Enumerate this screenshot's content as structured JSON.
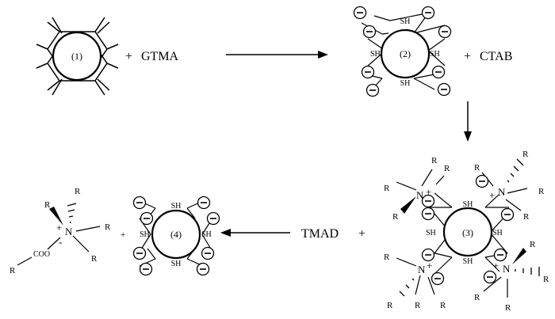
{
  "labels": {
    "c1": "(1)",
    "c2": "(2)",
    "c3": "(3)",
    "c4": "(4)",
    "gtma": "GTMA",
    "ctab": "CTAB",
    "tmad": "TMAD",
    "plus": "+",
    "sh": "SH",
    "r": "R",
    "n": "N",
    "coo": "COO",
    "minus": "-"
  }
}
